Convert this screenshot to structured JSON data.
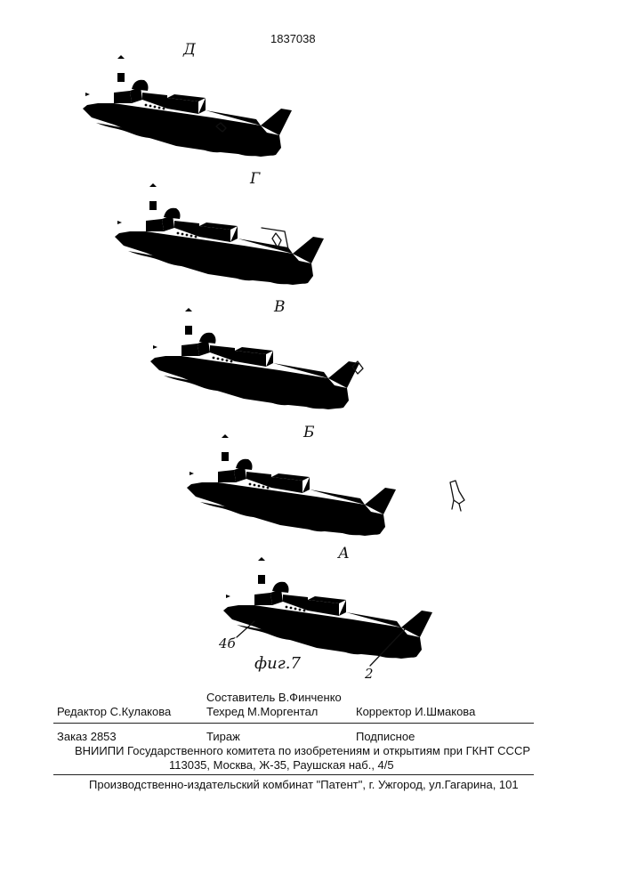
{
  "header": {
    "patent_number": "1837038"
  },
  "figure": {
    "panel_labels": [
      "Д",
      "Г",
      "В",
      "Б",
      "А"
    ],
    "reference_numerals": [
      "4б",
      "2"
    ],
    "caption": "фиг.7"
  },
  "credits": {
    "editor": "Редактор  С.Кулакова",
    "compiler": "Составитель  В.Финченко",
    "tech_editor": "Техред М.Моргентал",
    "corrector": "Корректор  И.Шмакова"
  },
  "order_block": {
    "order": "Заказ  2853",
    "circulation": "Тираж",
    "subscription": "Подписное",
    "institute": "ВНИИПИ Государственного комитета по изобретениям и открытиям при ГКНТ СССР",
    "address": "113035, Москва, Ж-35, Раушская наб., 4/5"
  },
  "publisher": "Производственно-издательский комбинат \"Патент\", г. Ужгород, ул.Гагарина, 101"
}
